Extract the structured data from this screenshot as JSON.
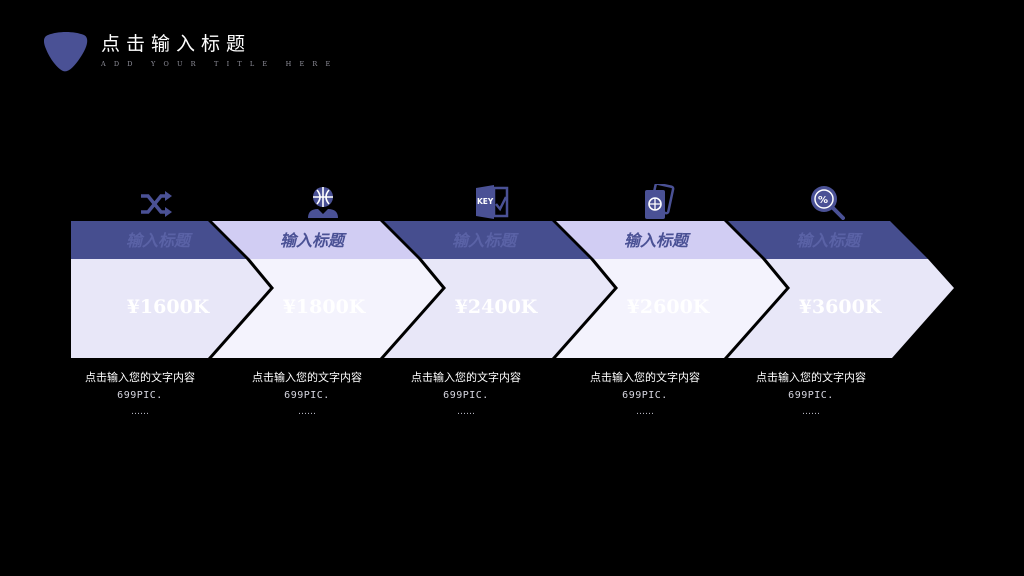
{
  "header": {
    "title": "点击输入标题",
    "subtitle": "ADD YOUR TITLE HERE"
  },
  "colors": {
    "background": "#000000",
    "accent": "#4a5195",
    "band_dark": "#464e8f",
    "band_light": "#d1cdf3",
    "panel_light": "#e8e7f8",
    "panel_lighter": "#f4f3fd"
  },
  "steps": [
    {
      "icon": "shuffle-icon",
      "title": "输入标题",
      "value": "¥1600K",
      "caption": "点击输入您的文字内容",
      "code": "699PIC.",
      "dots": "……"
    },
    {
      "icon": "globe-user-icon",
      "title": "输入标题",
      "value": "¥1800K",
      "caption": "点击输入您的文字内容",
      "code": "699PIC.",
      "dots": "……"
    },
    {
      "icon": "key-book-icon",
      "title": "输入标题",
      "value": "¥2400K",
      "caption": "点击输入您的文字内容",
      "code": "699PIC.",
      "dots": "……"
    },
    {
      "icon": "passport-icon",
      "title": "输入标题",
      "value": "¥2600K",
      "caption": "点击输入您的文字内容",
      "code": "699PIC.",
      "dots": "……"
    },
    {
      "icon": "percent-search-icon",
      "title": "输入标题",
      "value": "¥3600K",
      "caption": "点击输入您的文字内容",
      "code": "699PIC.",
      "dots": "……"
    }
  ]
}
